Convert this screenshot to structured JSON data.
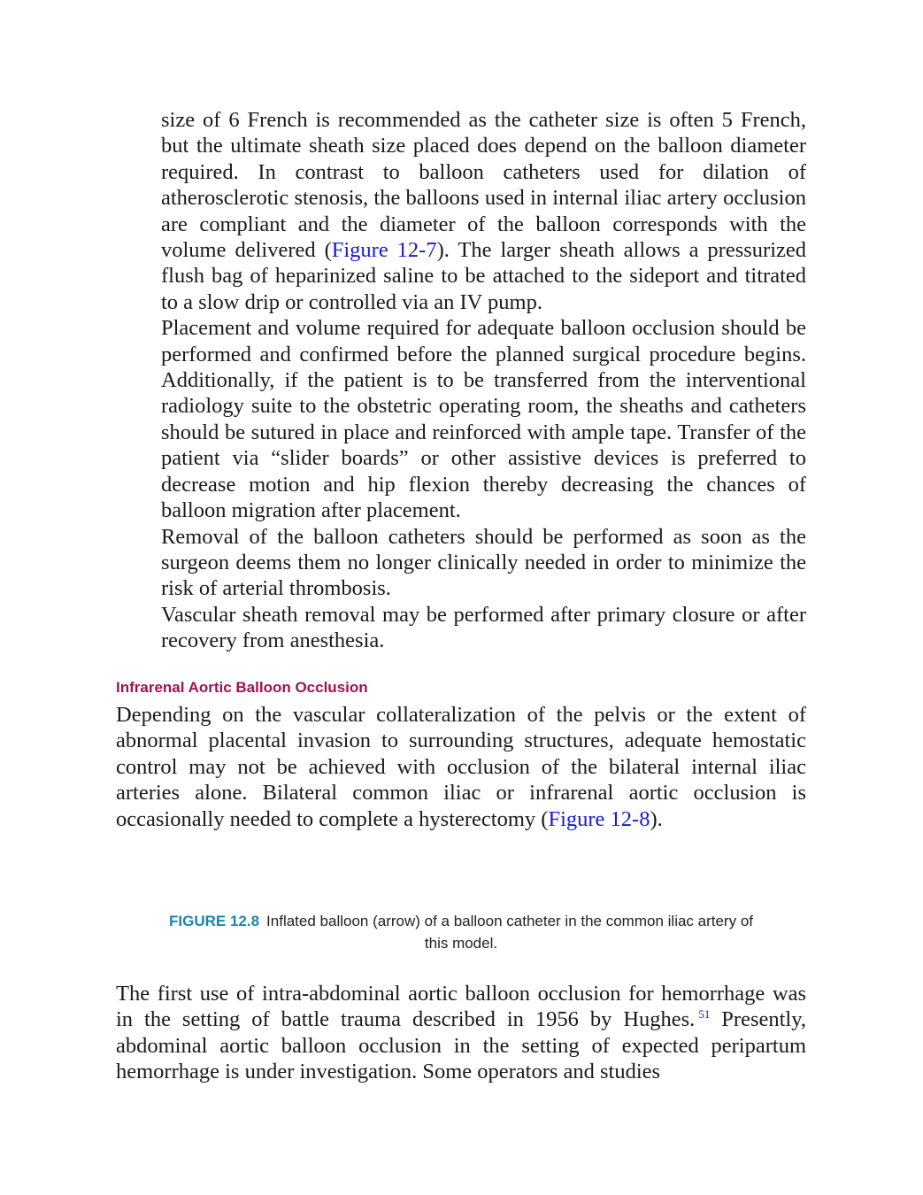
{
  "colors": {
    "link": "#1a1acc",
    "heading": "#9b1451",
    "figure_label": "#1a86b0"
  },
  "indented": {
    "p1": {
      "before": "size of 6 French is recommended as the catheter size is often 5 French, but the ultimate sheath size placed does depend on the balloon diameter required. In contrast to balloon catheters used for dilation of atherosclerotic stenosis, the balloons used in internal iliac artery occlusion are compliant and the diameter of the balloon corresponds with the volume delivered (",
      "link": "Figure 12-7",
      "after": "). The larger sheath allows a pressurized flush bag of heparinized saline to be attached to the sideport and titrated to a slow drip or controlled via an IV pump."
    },
    "p2": "Placement and volume required for adequate balloon occlusion should be performed and confirmed before the planned surgical procedure begins. Additionally, if the patient is to be transferred from the interventional radiology suite to the obstetric operating room, the sheaths and catheters should be sutured in place and reinforced with ample tape. Transfer of the patient via “slider boards” or other assistive devices is preferred to decrease motion and hip flexion thereby decreasing the chances of balloon migration after placement.",
    "p3": "Removal of the balloon catheters should be performed as soon as the surgeon deems them no longer clinically needed in order to minimize the risk of arterial thrombosis.",
    "p4": "Vascular sheath removal may be performed after primary closure or after recovery from anesthesia."
  },
  "section": {
    "heading": "Infrarenal Aortic Balloon Occlusion",
    "p1": {
      "before": "Depending on the vascular collateralization of the pelvis or the extent of abnormal placental invasion to surrounding structures, adequate hemostatic control may not be achieved with occlusion of the bilateral internal iliac arteries alone. Bilateral common iliac or infrarenal aortic occlusion is occasionally needed to complete a hysterectomy (",
      "link": "Figure 12-8",
      "after": ")."
    }
  },
  "figure": {
    "label": "FIGURE 12.8",
    "caption": "Inflated balloon (arrow) of a balloon catheter in the common iliac artery of this model."
  },
  "closing": {
    "text1": "The first use of intra-abdominal aortic balloon occlusion for hemorrhage was in the setting of battle trauma described in 1956 by Hughes.",
    "ref": "51",
    "text2": "Presently, abdominal aortic balloon occlusion in the setting of expected peripartum hemorrhage is under investigation. Some operators and studies"
  }
}
